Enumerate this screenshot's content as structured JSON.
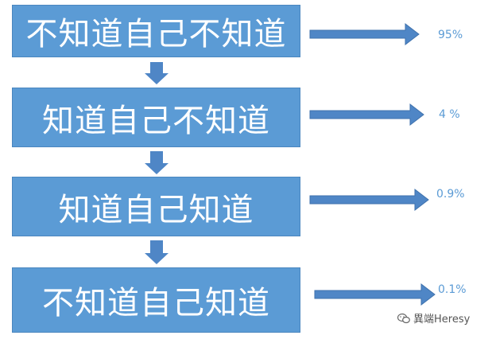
{
  "steps": [
    {
      "label": "不知道自己不知道",
      "percent": "95%"
    },
    {
      "label": "知道自己不知道",
      "percent": "4 %"
    },
    {
      "label": "知道自己知道",
      "percent": "0.9%"
    },
    {
      "label": "不知道自己知道",
      "percent": "0.1%"
    }
  ],
  "watermark": {
    "text": "異端Heresy",
    "icon": "wechat-icon"
  },
  "colors": {
    "box": "#5b9bd5",
    "arrow": "#4f86c6",
    "text": "#ffffff"
  }
}
